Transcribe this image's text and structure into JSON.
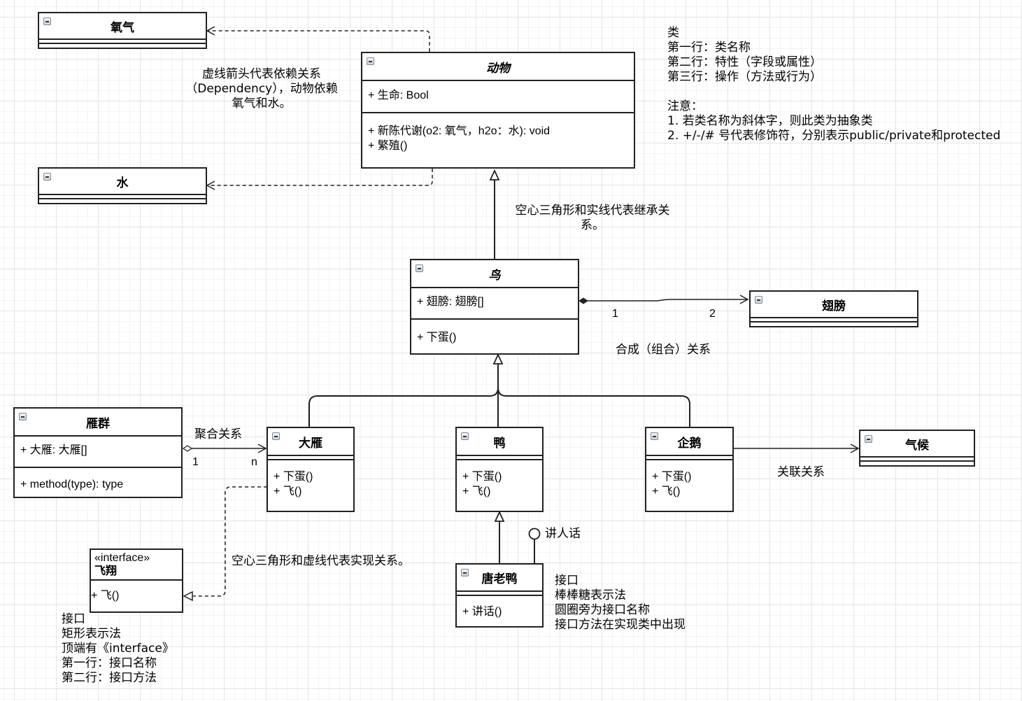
{
  "classes": {
    "oxygen": {
      "name": "氧气"
    },
    "water": {
      "name": "水"
    },
    "animal": {
      "name": "动物",
      "attributes": [
        "+ 生命: Bool"
      ],
      "operations": [
        "+ 新陈代谢(o2: 氧气，h2o：水): void",
        "+ 繁殖()"
      ]
    },
    "bird": {
      "name": "鸟",
      "attributes": [
        "+ 翅膀: 翅膀[]"
      ],
      "operations": [
        "+ 下蛋()"
      ]
    },
    "wing": {
      "name": "翅膀"
    },
    "goose_flock": {
      "name": "雁群",
      "attributes": [
        "+ 大雁: 大雁[]"
      ],
      "operations": [
        "+ method(type): type"
      ]
    },
    "goose": {
      "name": "大雁",
      "operations": [
        "+ 下蛋()",
        "+ 飞()"
      ]
    },
    "duck": {
      "name": "鸭",
      "operations": [
        "+ 下蛋()",
        "+ 飞()"
      ]
    },
    "penguin": {
      "name": "企鹅",
      "operations": [
        "+ 下蛋()",
        "+ 飞()"
      ]
    },
    "climate": {
      "name": "气候"
    },
    "donald_duck": {
      "name": "唐老鸭",
      "operations": [
        "+ 讲话()"
      ]
    },
    "fly_interface": {
      "stereotype": "«interface»",
      "name": "飞翔",
      "operations": [
        "+ 飞()"
      ]
    }
  },
  "notes": {
    "dependency": [
      "虚线箭头代表依赖关系",
      "（Dependency），动物依赖",
      "氧气和水。"
    ],
    "class_legend": [
      "类",
      "第一行：类名称",
      "第二行：特性（字段或属性）",
      "第三行：操作（方法或行为）",
      "",
      "注意：",
      "1. 若类名称为斜体字，则此类为抽象类",
      "2. +/-/# 号代表修饰符，分别表示public/private和protected"
    ],
    "inheritance": [
      "空心三角形和实线代表继承关",
      "系。"
    ],
    "composition": "合成（组合）关系",
    "aggregation": "聚合关系",
    "association": "关联关系",
    "realization": "空心三角形和虚线代表实现关系。",
    "interface_rect": [
      "接口",
      "矩形表示法",
      "顶端有《interface》",
      "第一行：接口名称",
      "第二行：接口方法"
    ],
    "interface_lollipop": [
      "接口",
      "棒棒糖表示法",
      "圆圈旁为接口名称",
      "接口方法在实现类中出现"
    ]
  },
  "multiplicity": {
    "composition_source": "1",
    "composition_target": "2",
    "aggregation_source": "1",
    "aggregation_target": "n"
  },
  "lollipop_label": "讲人话"
}
